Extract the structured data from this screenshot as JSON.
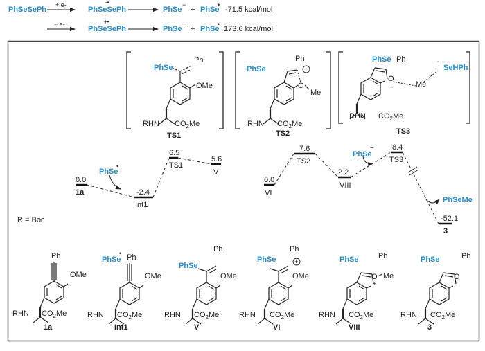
{
  "colors": {
    "accent": "#2b8cc4",
    "text": "#222222",
    "frame": "#444444"
  },
  "header_reactions": [
    {
      "reactant": "PhSeSePh",
      "arrow_label": "+ e-",
      "intermediate": "PhSeSePh",
      "intermediate_charge": "-•",
      "product1": "PhSe",
      "product1_charge": "−",
      "plus": "+",
      "product2": "PhSe",
      "product2_charge": "•",
      "energy": "-71.5 kcal/mol"
    },
    {
      "reactant": "",
      "arrow_label": "− e-",
      "intermediate": "PhSeSePh",
      "intermediate_charge": "+•",
      "product1": "PhSe",
      "product1_charge": "+",
      "plus": "+",
      "product2": "PhSe",
      "product2_charge": "•",
      "energy": "173.6 kcal/mol"
    }
  ],
  "transition_states": [
    {
      "id": "TS1",
      "label": "TS1",
      "groups": {
        "phse": "PhSe",
        "ph": "Ph",
        "ome": "OMe",
        "rhn": "RHN",
        "co2me": "CO",
        "co2me_sub": "2",
        "co2me_end": "Me"
      }
    },
    {
      "id": "TS2",
      "label": "TS2",
      "groups": {
        "phse": "PhSe",
        "ph": "Ph",
        "o": "O",
        "me": "Me",
        "charge": "+",
        "rhn": "RHN",
        "co2me": "CO",
        "co2me_sub": "2",
        "co2me_end": "Me"
      }
    },
    {
      "id": "TS3",
      "label": "TS3",
      "groups": {
        "phse": "PhSe",
        "ph": "Ph",
        "o": "O",
        "o_charge": "+",
        "me": "Me",
        "sehph": "SeHPh",
        "sehph_charge": "-",
        "rhn": "RHN",
        "co2me": "CO",
        "co2me_sub": "2",
        "co2me_end": "Me"
      }
    }
  ],
  "energy_profile_left": {
    "reagent": "PhSe",
    "reagent_charge": "•",
    "levels": [
      {
        "name": "1a",
        "energy": "0.0",
        "value": 0.0,
        "bold": true
      },
      {
        "name": "Int1",
        "energy": "-2.4",
        "value": -2.4,
        "bold": false
      },
      {
        "name": "TS1",
        "energy": "6.5",
        "value": 6.5,
        "bold": false
      },
      {
        "name": "V",
        "energy": "5.6",
        "value": 5.6,
        "bold": false
      }
    ]
  },
  "energy_profile_right": {
    "reagent": "PhSe",
    "reagent_charge": "−",
    "byproduct": "PhSeMe",
    "levels": [
      {
        "name": "VI",
        "energy": "0.0",
        "value": 0.0,
        "bold": false
      },
      {
        "name": "TS2",
        "energy": "7.6",
        "value": 7.6,
        "bold": false
      },
      {
        "name": "VIII",
        "energy": "2.2",
        "value": 2.2,
        "bold": false
      },
      {
        "name": "TS3",
        "energy": "8.4",
        "value": 8.4,
        "bold": false
      },
      {
        "name": "3",
        "energy": "-52.1",
        "value": -52.1,
        "bold": true
      }
    ]
  },
  "r_definition": "R = Boc",
  "structures": [
    {
      "id": "1a",
      "label": "1a",
      "phse": "",
      "ph": "Ph",
      "ome": "OMe"
    },
    {
      "id": "Int1",
      "label": "Int1",
      "phse": "PhSe",
      "ph": "Ph",
      "ome": "OMe"
    },
    {
      "id": "V",
      "label": "V",
      "phse": "PhSe",
      "ph": "Ph",
      "ome": "OMe"
    },
    {
      "id": "VI",
      "label": "VI",
      "phse": "PhSe",
      "ph": "Ph",
      "ome": "OMe",
      "charge": "+"
    },
    {
      "id": "VIII",
      "label": "VIII",
      "phse": "PhSe",
      "ph": "Ph",
      "o": "O",
      "o_charge": "+",
      "me": "Me"
    },
    {
      "id": "3",
      "label": "3",
      "phse": "PhSe",
      "ph": "Ph",
      "o": "O"
    }
  ],
  "common": {
    "rhn": "RHN",
    "co": "CO",
    "sub2": "2",
    "me": "Me"
  }
}
